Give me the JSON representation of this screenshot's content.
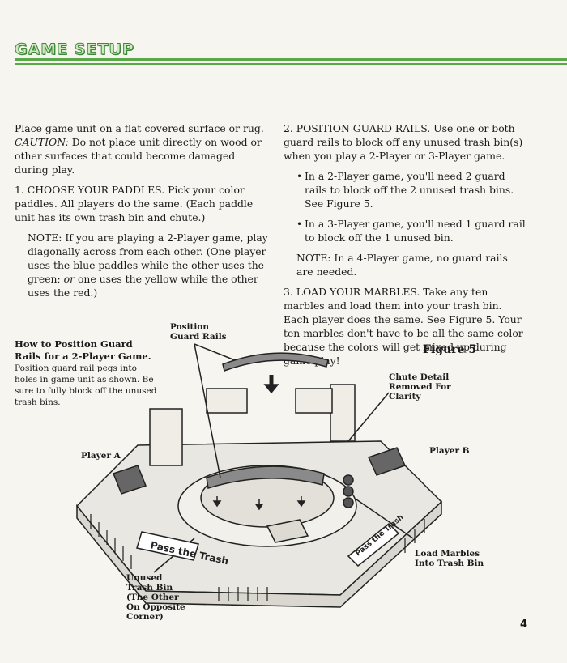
{
  "header": {
    "title": "GAME SETUP"
  },
  "left_column": {
    "intro": "Place game unit on a flat covered surface or rug.",
    "caution_label": "CAUTION:",
    "caution_text": " Do not place unit directly on wood or other surfaces that could become damaged during play.",
    "step1": "1. CHOOSE YOUR PADDLES. Pick your color paddles. All players do the same. (Each paddle unit has its own trash bin and chute.)",
    "note_a": "NOTE: If you are playing a 2-Player game, play diagonally across from each other. (One player uses the blue paddles while the other uses the green; ",
    "note_or": "or",
    "note_b": " one uses the yellow while the other uses the red.)"
  },
  "right_column": {
    "step2": "2. POSITION GUARD RAILS. Use one or both guard rails to block off any unused trash bin(s) when you play a 2-Player or 3-Player game.",
    "bullet1": "In a 2-Player game, you'll need 2 guard rails to block off the 2 unused trash bins. See Figure 5.",
    "bullet2": "In a 3-Player game, you'll need 1 guard rail to block off the 1 unused bin.",
    "note": "NOTE: In a 4-Player game, no guard rails are needed.",
    "step3": "3. LOAD YOUR MARBLES. Take any ten marbles and load them into your trash bin. Each player does the same. See Figure 5. Your ten marbles don't have to be all the same color because the colors will get mixed up during game play!"
  },
  "figure": {
    "title": "Figure 5",
    "caption_bold": "How to Position Guard Rails for a 2-Player Game.",
    "caption_text": " Position guard rail pegs into holes in game unit as shown. Be sure to fully block off the unused trash bins.",
    "label_position": "Position Guard Rails",
    "label_chute": "Chute Detail Removed For Clarity",
    "label_player_a": "Player A",
    "label_player_b": "Player B",
    "label_load": "Load Marbles Into Trash Bin",
    "label_unused": "Unused Trash Bin (The Other On Opposite Corner)",
    "logo_text": "Pass the Trash",
    "icon": "board-game-unit-illustration"
  },
  "page_number": "4",
  "colors": {
    "accent": "#5aa848",
    "title_fill": "#cfe9c0",
    "title_stroke": "#3f8a3a",
    "paper": "#f7f5f0"
  }
}
